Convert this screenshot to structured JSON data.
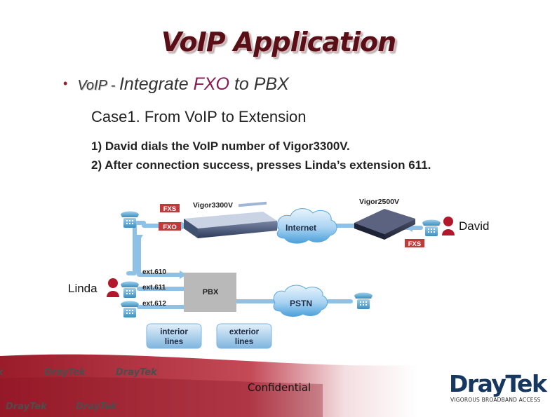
{
  "slide": {
    "title": "VoIP Application",
    "bullet": {
      "voip": "VoIP",
      "dash": " - ",
      "integrate": "Integrate ",
      "fxo": "FXO",
      "rest": " to PBX"
    },
    "case": "Case1. From VoIP to Extension",
    "steps": [
      "1) David dials the VoIP number of Vigor3300V.",
      "2) After connection success, presses Linda’s extension 611."
    ]
  },
  "diagram": {
    "labels": {
      "fxs_left": "FXS",
      "fxo_left": "FXO",
      "vigor3300": "Vigor3300V",
      "vigor2500": "Vigor2500V",
      "internet": "Internet",
      "fxs_right": "FXS",
      "david": "David",
      "linda": "Linda",
      "ext610": "ext.610",
      "ext611": "ext.611",
      "ext612": "ext.612",
      "pbx": "PBX",
      "pstn": "PSTN",
      "interior_l1": "interior",
      "interior_l2": "lines",
      "exterior_l1": "exterior",
      "exterior_l2": "lines"
    },
    "colors": {
      "line_blue": "#8fc0e6",
      "tag_red": "#c0393b",
      "cloud": "#3d97d6",
      "pbx_gray": "#b9b9b9",
      "person_red": "#b3172b"
    }
  },
  "footer": {
    "confidential": "Confidential",
    "brand": "DrayTek",
    "tagline": "VIGOROUS BROADBAND ACCESS",
    "watermark": "DrayTek"
  }
}
